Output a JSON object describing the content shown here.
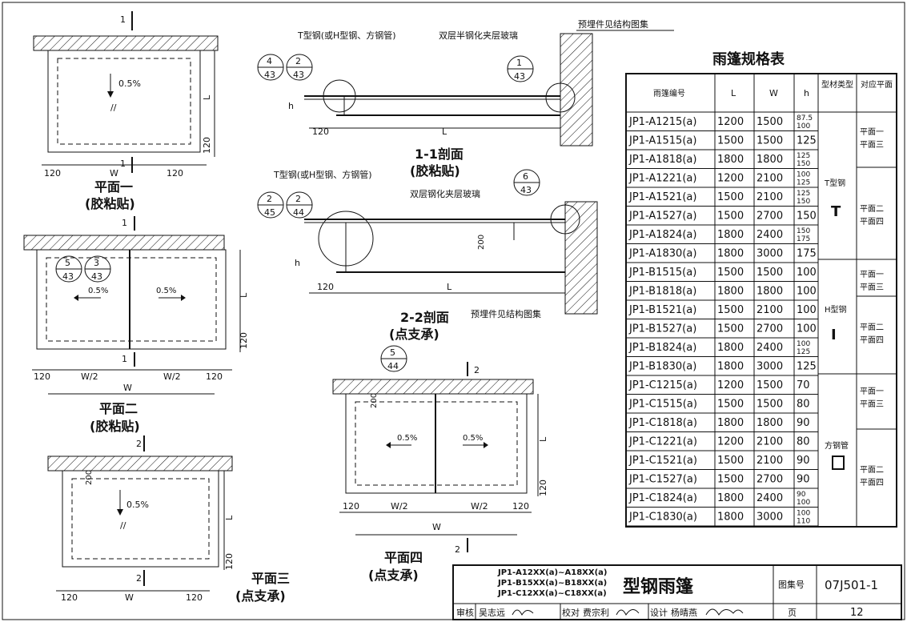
{
  "labels": {
    "plan1_title": "平面一",
    "plan1_sub": "(胶粘贴)",
    "plan2_title": "平面二",
    "plan2_sub": "(胶粘贴)",
    "plan3_title": "平面三",
    "plan3_sub": "(点支承)",
    "plan4_title": "平面四",
    "plan4_sub": "(点支承)",
    "sec1_title": "1-1剖面",
    "sec1_sub": "(胶粘贴)",
    "sec2_title": "2-2剖面",
    "sec2_sub": "(点支承)",
    "tsteel_note": "T型钢(或H型钢、方钢管)",
    "glass_note1": "双层半钢化夹层玻璃",
    "glass_note2": "双层钢化夹层玻璃",
    "embed_note": "预埋件见结构图集",
    "slope": "0.5%",
    "dim_L": "L",
    "dim_W": "W",
    "dim_h": "h",
    "dim_120": "120",
    "dim_200": "200",
    "dim_Whalf": "W/2",
    "cut1": "1",
    "cut2": "2"
  },
  "callouts": {
    "c4_43": [
      "4",
      "43"
    ],
    "c2_43": [
      "2",
      "43"
    ],
    "c1_43": [
      "1",
      "43"
    ],
    "c2_45": [
      "2",
      "45"
    ],
    "c2_44": [
      "2",
      "44"
    ],
    "c6_43": [
      "6",
      "43"
    ],
    "c5_43": [
      "5",
      "43"
    ],
    "c3_43": [
      "3",
      "43"
    ],
    "c5_44": [
      "5",
      "44"
    ]
  },
  "table": {
    "title": "雨篷规格表",
    "headers": [
      "雨篷编号",
      "L",
      "W",
      "h",
      "型材类型",
      "对应平面"
    ],
    "rows": [
      [
        "JP1-A1215(a)",
        "1200",
        "1500",
        "87.5/100"
      ],
      [
        "JP1-A1515(a)",
        "1500",
        "1500",
        "125"
      ],
      [
        "JP1-A1818(a)",
        "1800",
        "1800",
        "125/150"
      ],
      [
        "JP1-A1221(a)",
        "1200",
        "2100",
        "100/125"
      ],
      [
        "JP1-A1521(a)",
        "1500",
        "2100",
        "125/150"
      ],
      [
        "JP1-A1527(a)",
        "1500",
        "2700",
        "150"
      ],
      [
        "JP1-A1824(a)",
        "1800",
        "2400",
        "150/175"
      ],
      [
        "JP1-A1830(a)",
        "1800",
        "3000",
        "175"
      ],
      [
        "JP1-B1515(a)",
        "1500",
        "1500",
        "100"
      ],
      [
        "JP1-B1818(a)",
        "1800",
        "1800",
        "100"
      ],
      [
        "JP1-B1521(a)",
        "1500",
        "2100",
        "100"
      ],
      [
        "JP1-B1527(a)",
        "1500",
        "2700",
        "100"
      ],
      [
        "JP1-B1824(a)",
        "1800",
        "2400",
        "100/125"
      ],
      [
        "JP1-B1830(a)",
        "1800",
        "3000",
        "125"
      ],
      [
        "JP1-C1215(a)",
        "1200",
        "1500",
        "70"
      ],
      [
        "JP1-C1515(a)",
        "1500",
        "1500",
        "80"
      ],
      [
        "JP1-C1818(a)",
        "1800",
        "1800",
        "90"
      ],
      [
        "JP1-C1221(a)",
        "1200",
        "2100",
        "80"
      ],
      [
        "JP1-C1521(a)",
        "1500",
        "2100",
        "90"
      ],
      [
        "JP1-C1527(a)",
        "1500",
        "2700",
        "90"
      ],
      [
        "JP1-C1824(a)",
        "1800",
        "2400",
        "90/100"
      ],
      [
        "JP1-C1830(a)",
        "1800",
        "3000",
        "100/110"
      ]
    ],
    "groups": [
      {
        "type": "T型钢",
        "planA": "平面一",
        "planB": "平面三",
        "planC": "平面二",
        "planD": "平面四"
      },
      {
        "type": "H型钢",
        "planA": "平面一",
        "planB": "平面三",
        "planC": "平面二",
        "planD": "平面四"
      },
      {
        "type": "方钢管",
        "planA": "平面一",
        "planB": "平面三",
        "planC": "平面二",
        "planD": "平面四"
      }
    ]
  },
  "titleblock": {
    "codes": [
      "JP1-A12XX(a)~A18XX(a)",
      "JP1-B15XX(a)~B18XX(a)",
      "JP1-C12XX(a)~C18XX(a)"
    ],
    "drawing_title": "型钢雨篷",
    "atlas_label": "图集号",
    "atlas_no": "07J501-1",
    "page_label": "页",
    "page_no": "12",
    "review_label": "审核",
    "reviewer": "吴志远",
    "check_label": "校对",
    "checker": "费宗利",
    "design_label": "设计",
    "designer": "杨晴燕"
  }
}
